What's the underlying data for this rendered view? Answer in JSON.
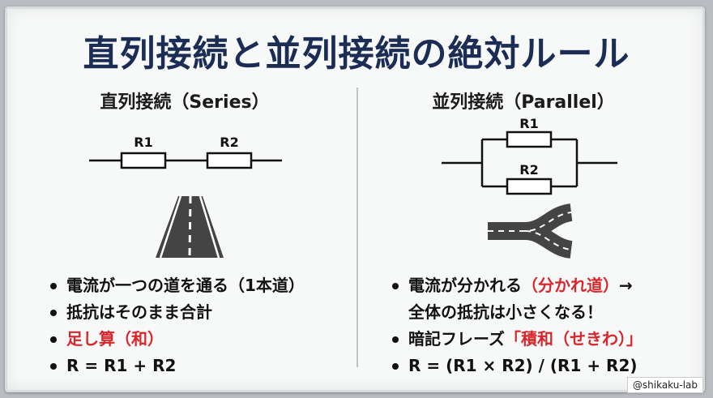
{
  "title": "直列接続と並列接続の絶対ルール",
  "series": {
    "heading": "直列接続（Series）",
    "r1": "R1",
    "r2": "R2",
    "bullets": [
      {
        "text": "電流が一つの道を通る（1本道）"
      },
      {
        "text": "抵抗はそのまま合計"
      },
      {
        "text": "足し算（和）",
        "color": "#d8262b"
      },
      {
        "text": "R = R1 + R2"
      }
    ]
  },
  "parallel": {
    "heading": "並列接続（Parallel）",
    "r1": "R1",
    "r2": "R2",
    "b1_main": "電流が分かれる",
    "b1_red": "（分かれ道）",
    "b1_arrow": "→",
    "b1_cont": "全体の抵抗は小さくなる！",
    "b2_main": "暗記フレーズ",
    "b2_red": "「積和（せきわ）」",
    "b3": "R = (R1 × R2) / (R1 + R2)"
  },
  "credit": "@shikaku-lab",
  "colors": {
    "title": "#1c2d55",
    "accent": "#d8262b"
  }
}
